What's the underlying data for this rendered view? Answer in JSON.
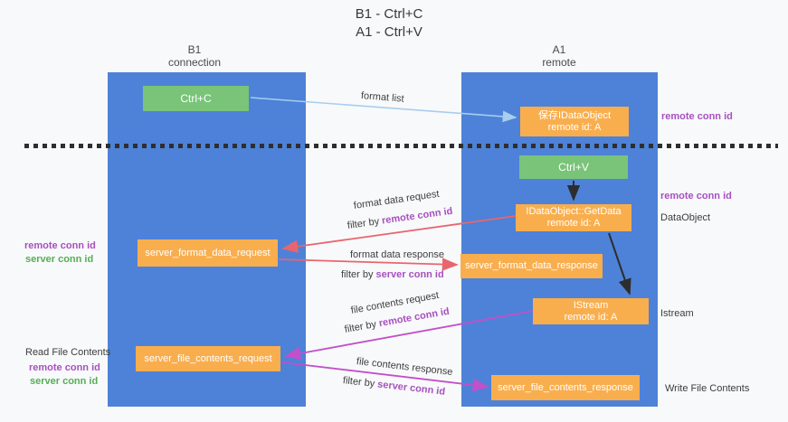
{
  "title": {
    "line1": "B1 - Ctrl+C",
    "line2": "A1 - Ctrl+V"
  },
  "lanes": {
    "left": {
      "name": "B1",
      "sub": "connection"
    },
    "right": {
      "name": "A1",
      "sub": "remote"
    }
  },
  "nodes": {
    "ctrl_c": "Ctrl+C",
    "save_idataobject_line1": "保存IDataObject",
    "save_idataobject_line2": "remote id: A",
    "ctrl_v": "Ctrl+V",
    "getdata_line1": "IDataObject::GetData",
    "getdata_line2": "remote id: A",
    "format_request": "server_format_data_request",
    "format_response": "server_format_data_response",
    "istream_line1": "IStream",
    "istream_line2": "remote id: A",
    "file_request": "server_file_contents_request",
    "file_response": "server_file_contents_response"
  },
  "side_labels": {
    "remote_conn_id_top": "remote conn id",
    "remote_conn_id_mid": "remote conn id",
    "dataobject": "DataObject",
    "istream": "Istream",
    "write_file_contents": "Write File Contents",
    "read_file_contents": "Read File Contents",
    "left_remote_conn_id_1": "remote conn id",
    "left_server_conn_id_1": "server conn id",
    "left_remote_conn_id_2": "remote conn id",
    "left_server_conn_id_2": "server conn id"
  },
  "arrow_labels": {
    "format_list": "format list",
    "format_data_request": "format data request",
    "format_data_response": "format data response",
    "file_contents_request": "file contents request",
    "file_contents_response": "file contents response",
    "filter_by": "filter by ",
    "remote_conn_id": "remote conn id",
    "server_conn_id": "server conn id"
  },
  "colors": {
    "background": "#f8f9fa",
    "lane_blue": "#4d82d8",
    "box_green": "#79c479",
    "box_orange": "#f9ae4e",
    "arrow_red": "#e9656e",
    "arrow_magenta": "#c250c8",
    "arrow_lightblue": "#a8cdee",
    "arrow_black": "#2d2d2d",
    "label_purple": "#a750c0",
    "label_green": "#56ae56"
  }
}
